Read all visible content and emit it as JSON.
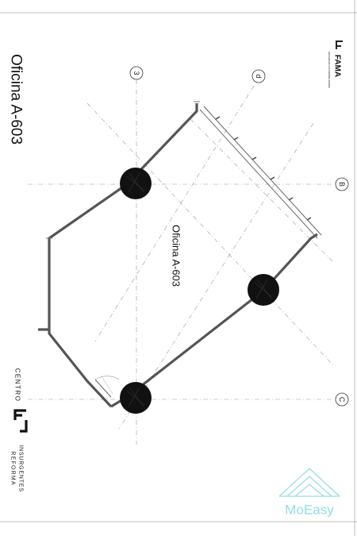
{
  "sheet": {
    "title": "Oficina A-603",
    "room_label": "Oficina A-603",
    "grid_labels": {
      "g3": "3",
      "gd": "d",
      "gB": "B",
      "gC": "C"
    }
  },
  "branding": {
    "fama_logo": "FAMA",
    "fama_subtext": "DESARROLLOS INMOBILIARIOS",
    "centro_word": "CENTRO",
    "insurgentes_word": "INSURGENTES",
    "reforma_word": "REFORMA",
    "moeasy_logo": "MoEasy",
    "moeasy_color": "#7fd6e6"
  },
  "colors": {
    "column": "#111111",
    "wall": "#555555",
    "border": "#9a9a9a"
  }
}
